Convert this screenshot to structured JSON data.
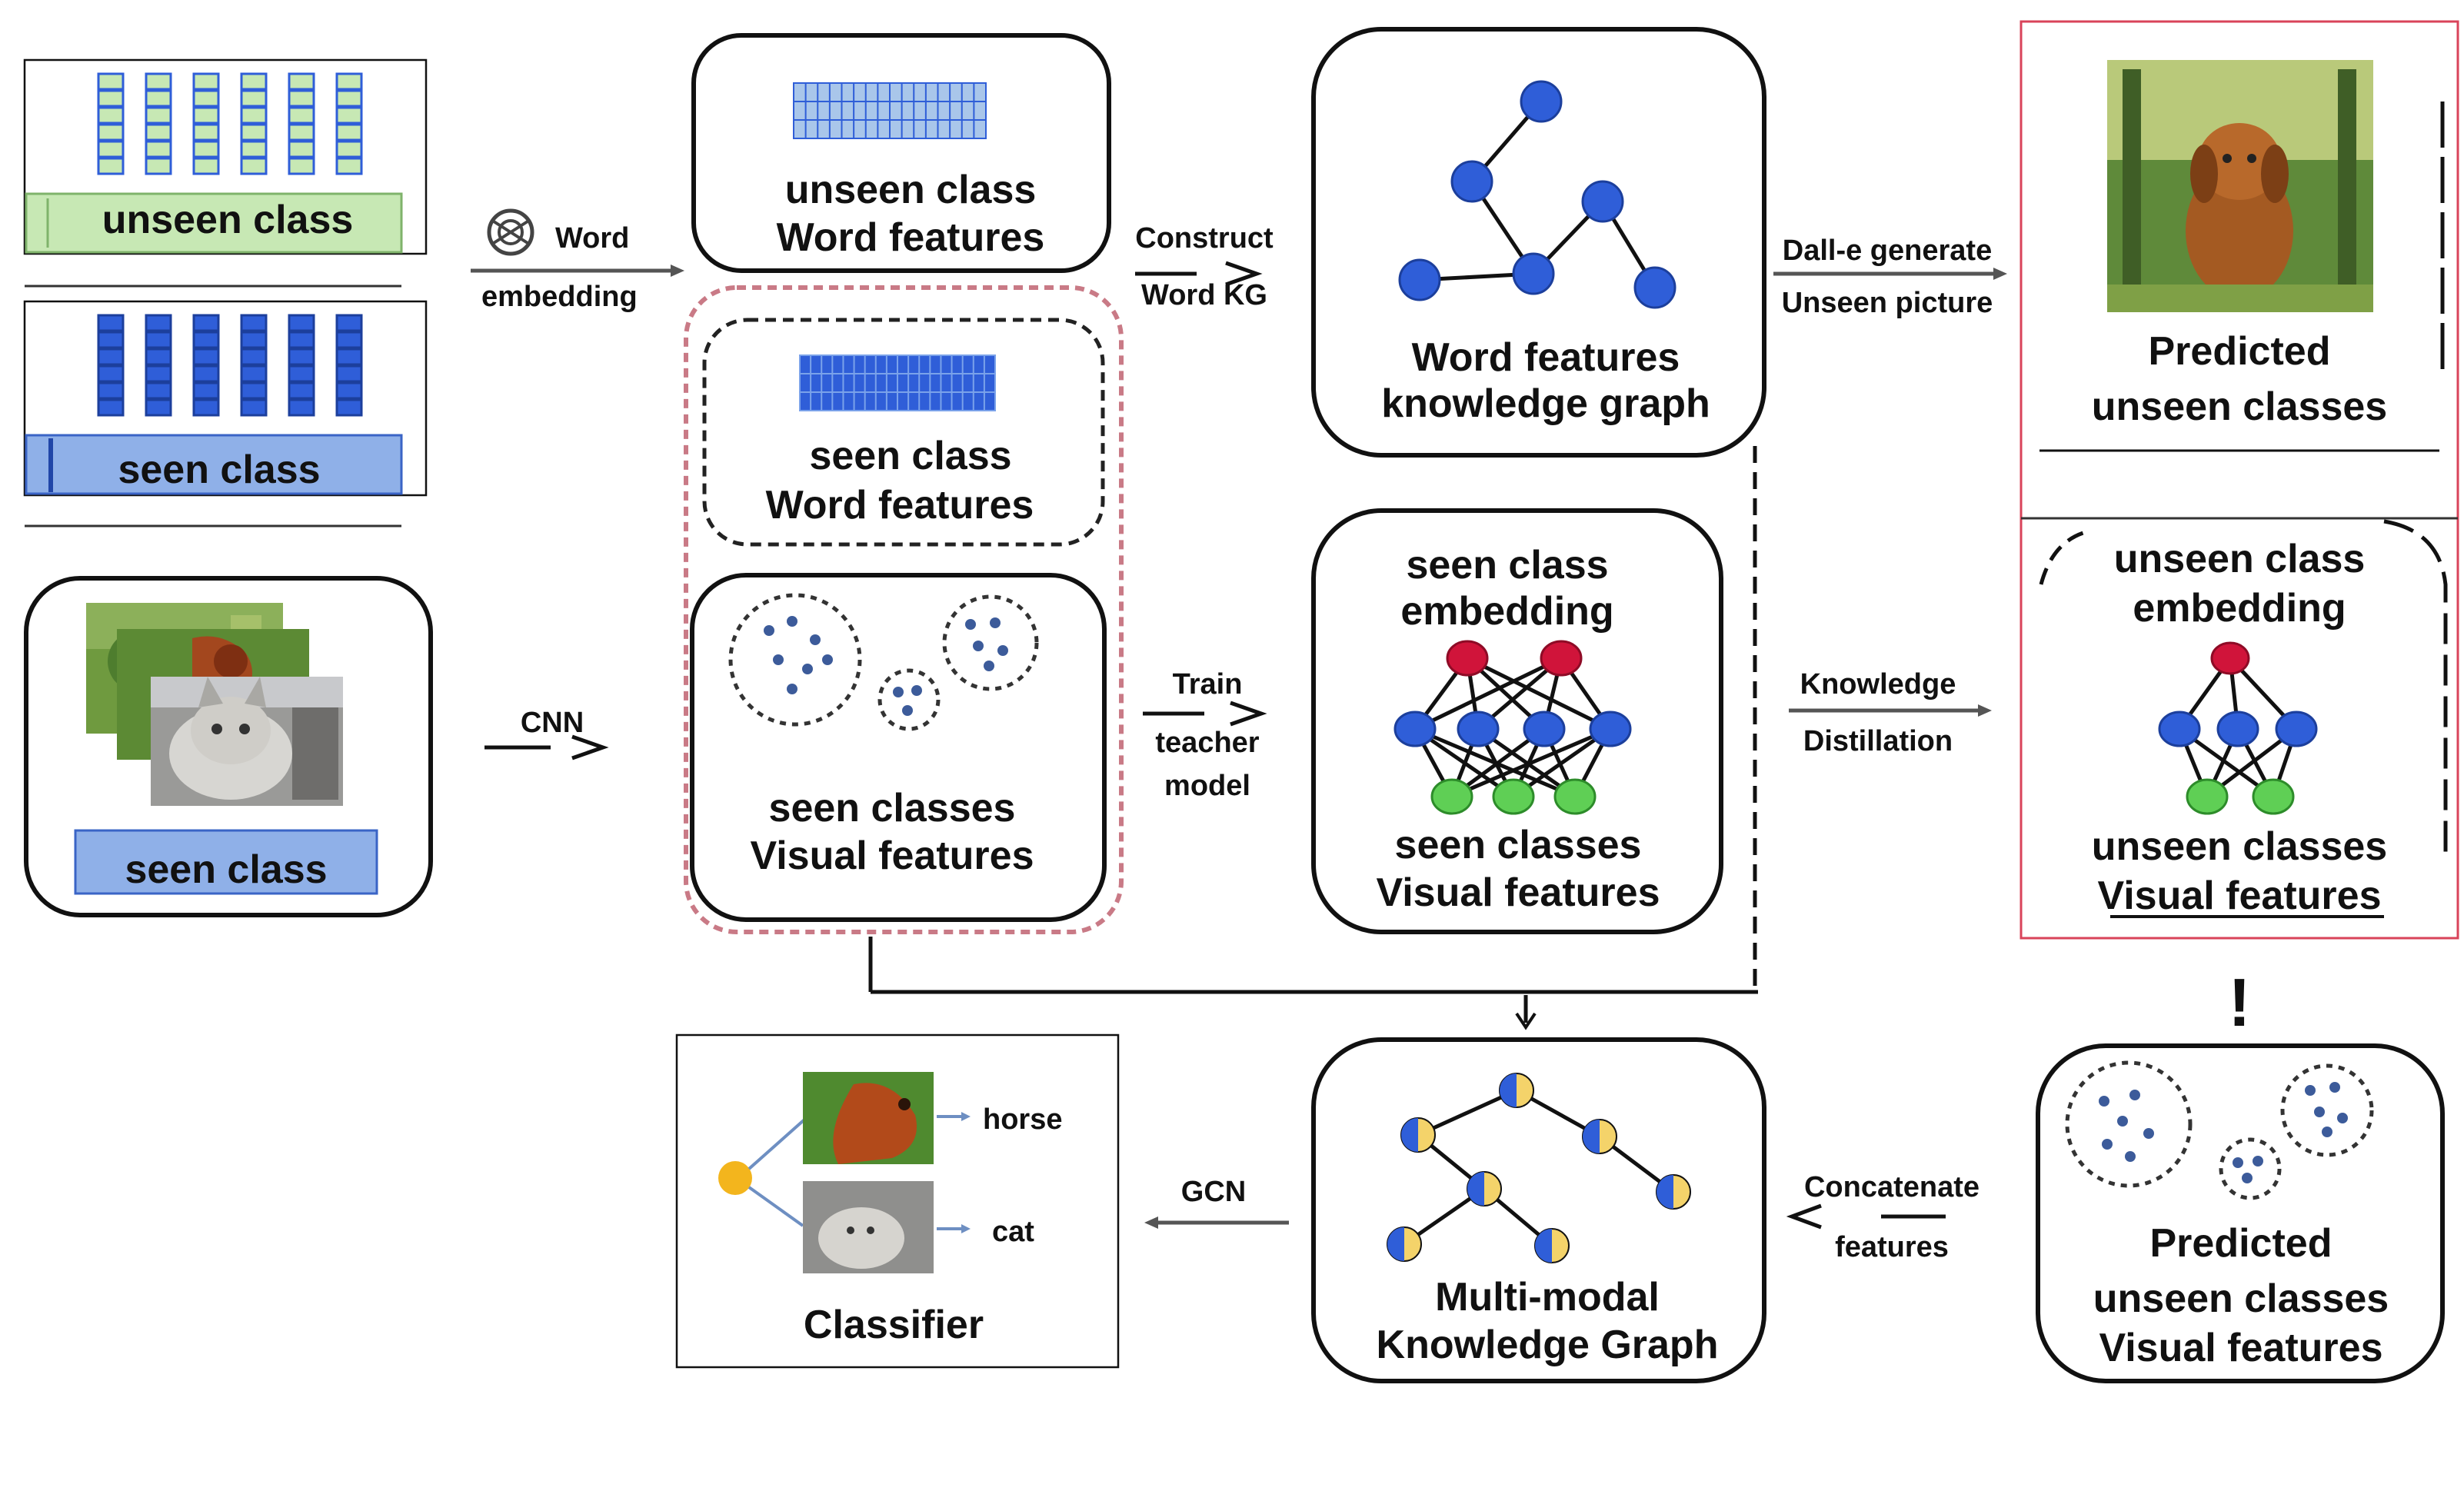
{
  "labels": {
    "unseen_class": "unseen class",
    "seen_class_top": "seen class",
    "seen_class_img": "seen class",
    "word_embed_1": "Word",
    "word_embed_2": "embedding",
    "cnn": "CNN",
    "unseen_word_1": "unseen class",
    "unseen_word_2": "Word features",
    "seen_word_1": "seen class",
    "seen_word_2": "Word features",
    "seen_visual_1": "seen classes",
    "seen_visual_2": "Visual features",
    "construct_1": "Construct",
    "construct_2": "Word KG",
    "train_1": "Train",
    "train_2": "teacher",
    "train_3": "model",
    "kg_1": "Word features",
    "kg_2": "knowledge graph",
    "teacher_1": "seen class",
    "teacher_2": "embedding",
    "teacher_3": "seen classes",
    "teacher_4": "Visual features",
    "dalle_1": "Dall-e generate",
    "dalle_2": "Unseen picture",
    "kd_1": "Knowledge",
    "kd_2": "Distillation",
    "pred_1": "Predicted",
    "pred_2": "unseen classes",
    "student_1": "unseen class",
    "student_2": "embedding",
    "student_3": "unseen classes",
    "student_4": "Visual features",
    "exclaim": "!",
    "pvf_1": "Predicted",
    "pvf_2": "unseen classes",
    "pvf_3": "Visual features",
    "concat_1": "Concatenate",
    "concat_2": "features",
    "mmkg_1": "Multi-modal",
    "mmkg_2": "Knowledge Graph",
    "gcn": "GCN",
    "horse": "horse",
    "cat": "cat",
    "classifier": "Classifier"
  },
  "colors": {
    "unseen_bar": "#c7e8b4",
    "seen_bar": "#8fb0e8",
    "word_blue": "#2f5ed8",
    "red_box": "#d9435a",
    "pink_dash": "#c97a86",
    "node_red": "#d0143a",
    "node_green": "#5fcf55",
    "node_blue": "#2f5ed8",
    "hub_yellow": "#f3b51d"
  },
  "icons": {
    "openai": "openai-knot-icon"
  }
}
